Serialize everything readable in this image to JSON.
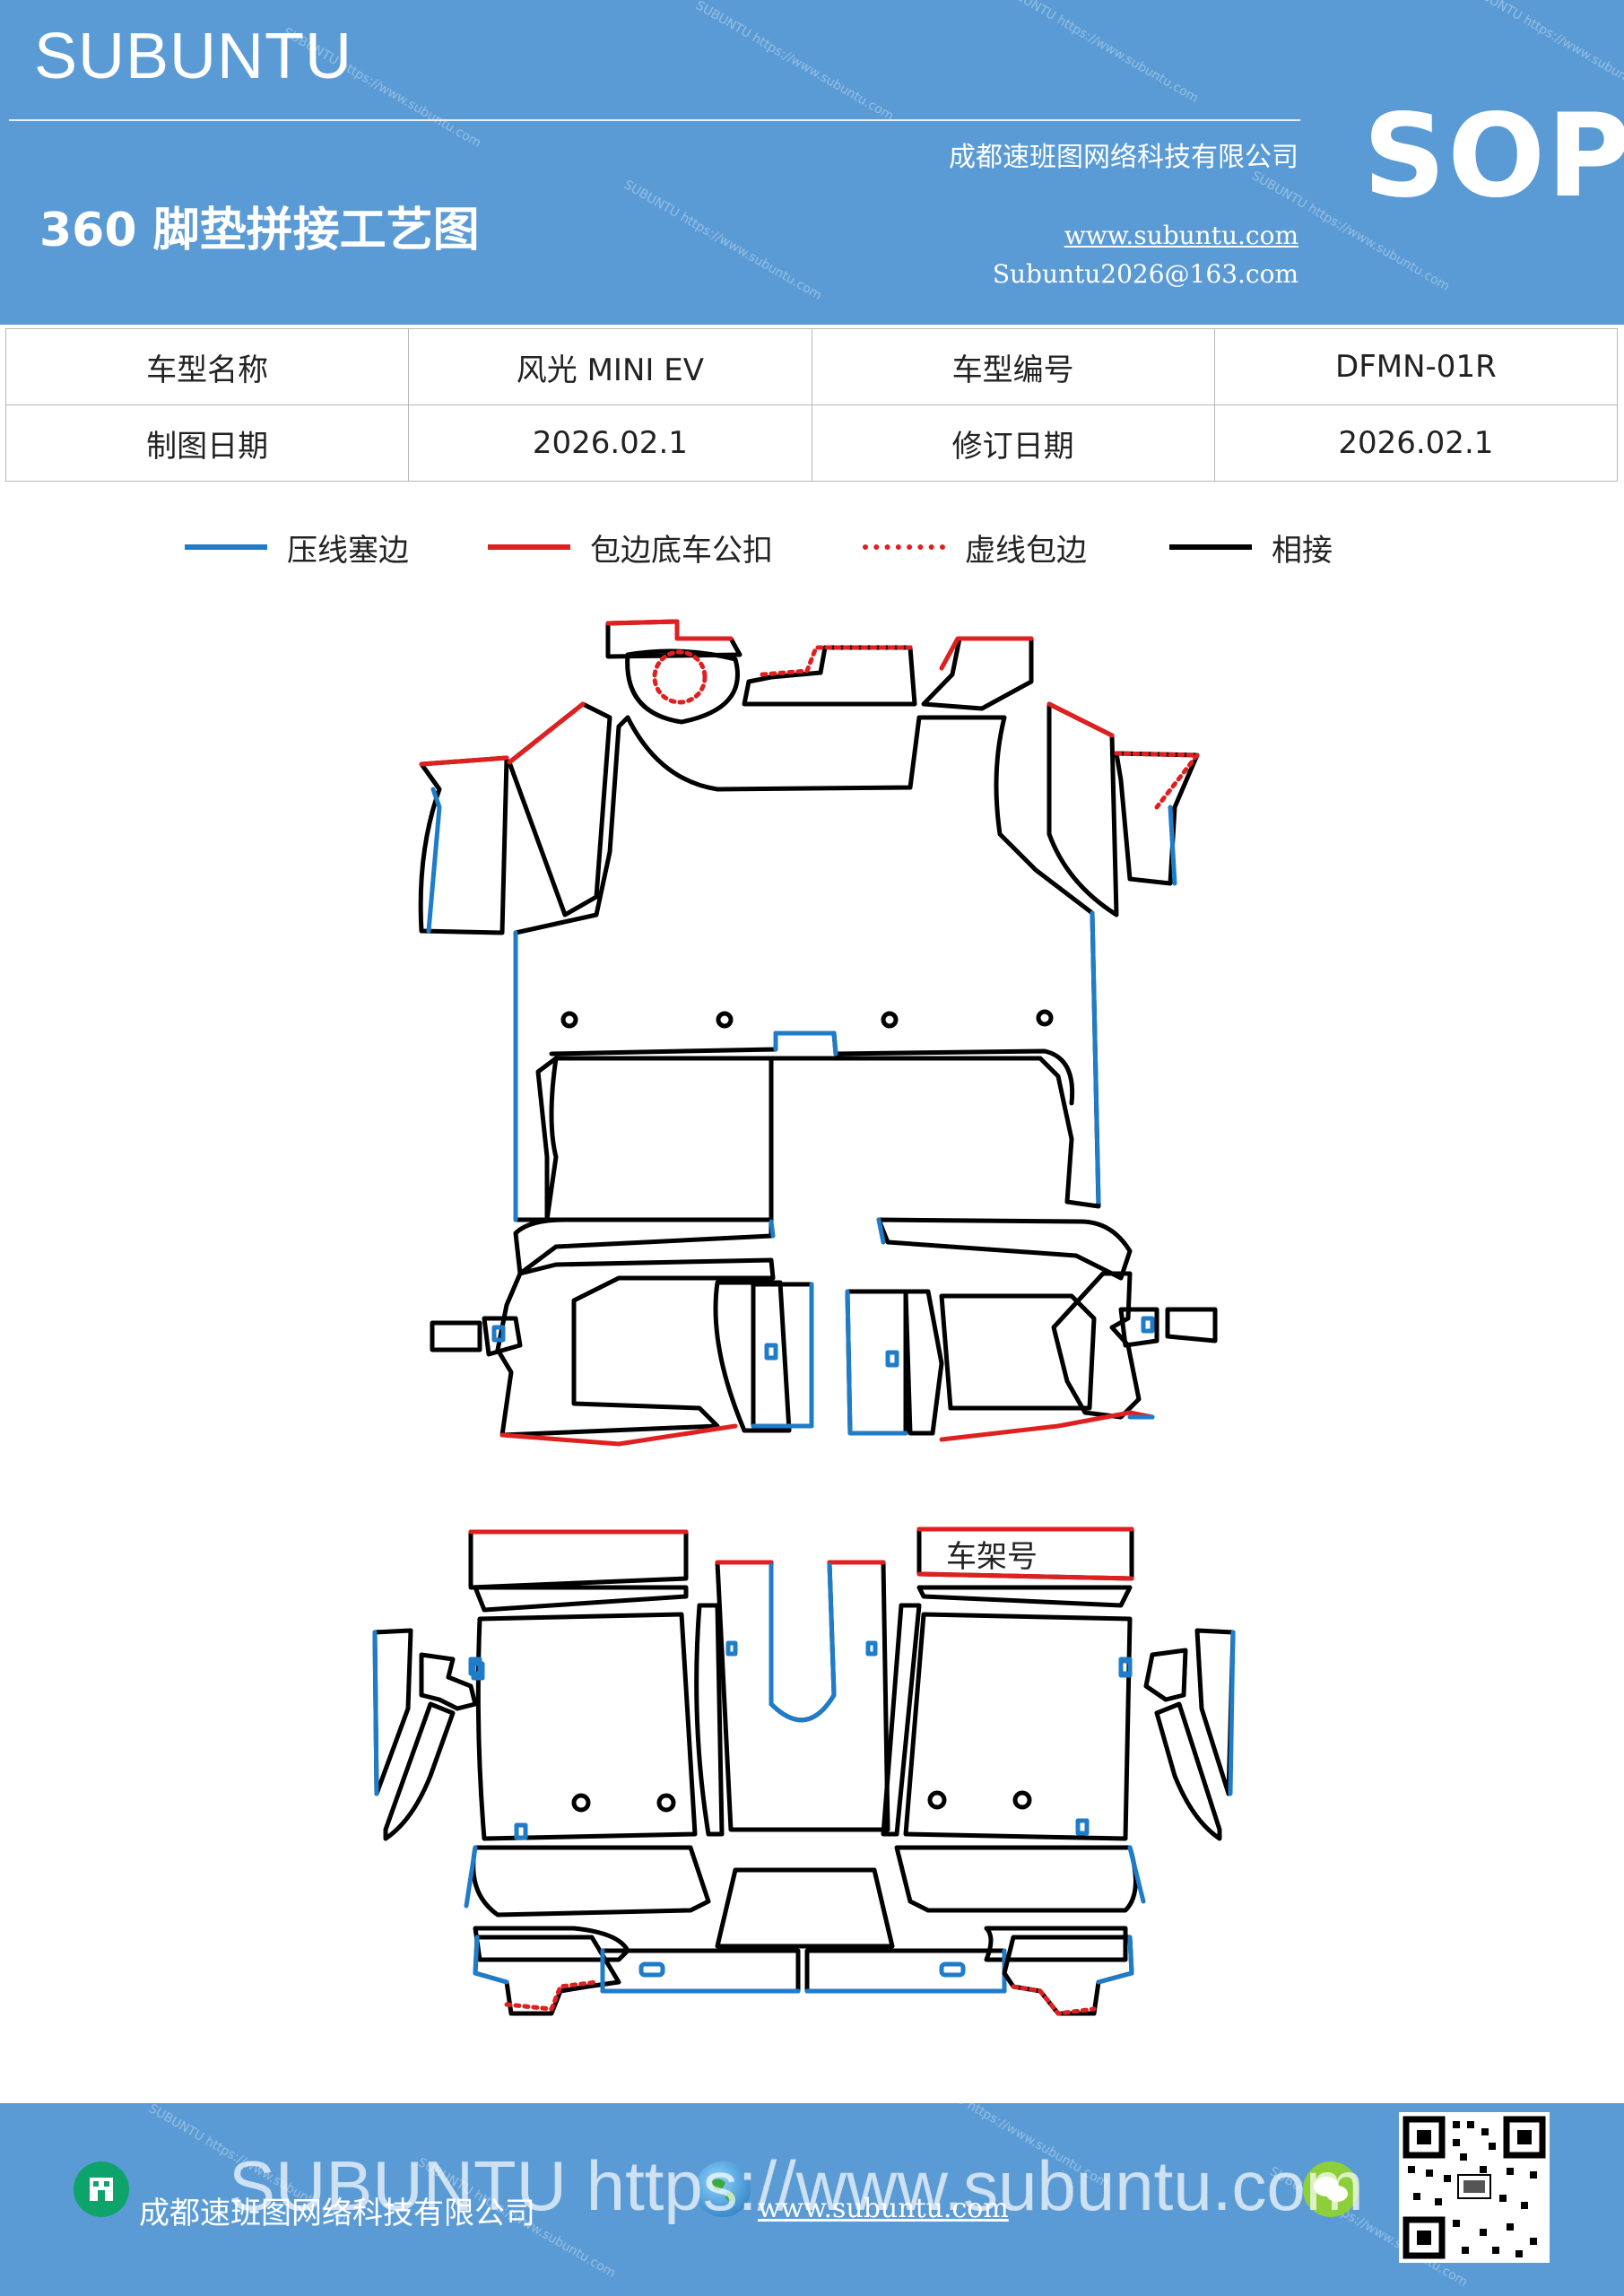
{
  "header": {
    "brand": "SUBUNTU",
    "title": "360 脚垫拼接工艺图",
    "company": "成都速班图网络科技有限公司",
    "website": "www.subuntu.com",
    "email": "Subuntu2026@163.com",
    "badge": "SOP"
  },
  "info_table": {
    "rows": [
      [
        "车型名称",
        "风光 MINI  EV",
        "车型编号",
        "DFMN-01R"
      ],
      [
        "制图日期",
        "2026.02.1",
        "修订日期",
        "2026.02.1"
      ]
    ]
  },
  "legend": [
    {
      "label": "压线塞边",
      "color": "#1f7cc8",
      "style": "solid"
    },
    {
      "label": "包边底车公扣",
      "color": "#e02020",
      "style": "solid"
    },
    {
      "label": "虚线包边",
      "color": "#e02020",
      "style": "dotted"
    },
    {
      "label": "相接",
      "color": "#000000",
      "style": "solid"
    }
  ],
  "diagram": {
    "frame_label": "车架号"
  },
  "footer": {
    "company": "成都速班图网络科技有限公司",
    "website": "www.subuntu.com",
    "overlay_text": "SUBUNTU https://www.subuntu.com",
    "icons": [
      "building-icon",
      "globe-icon",
      "wechat-icon"
    ]
  }
}
